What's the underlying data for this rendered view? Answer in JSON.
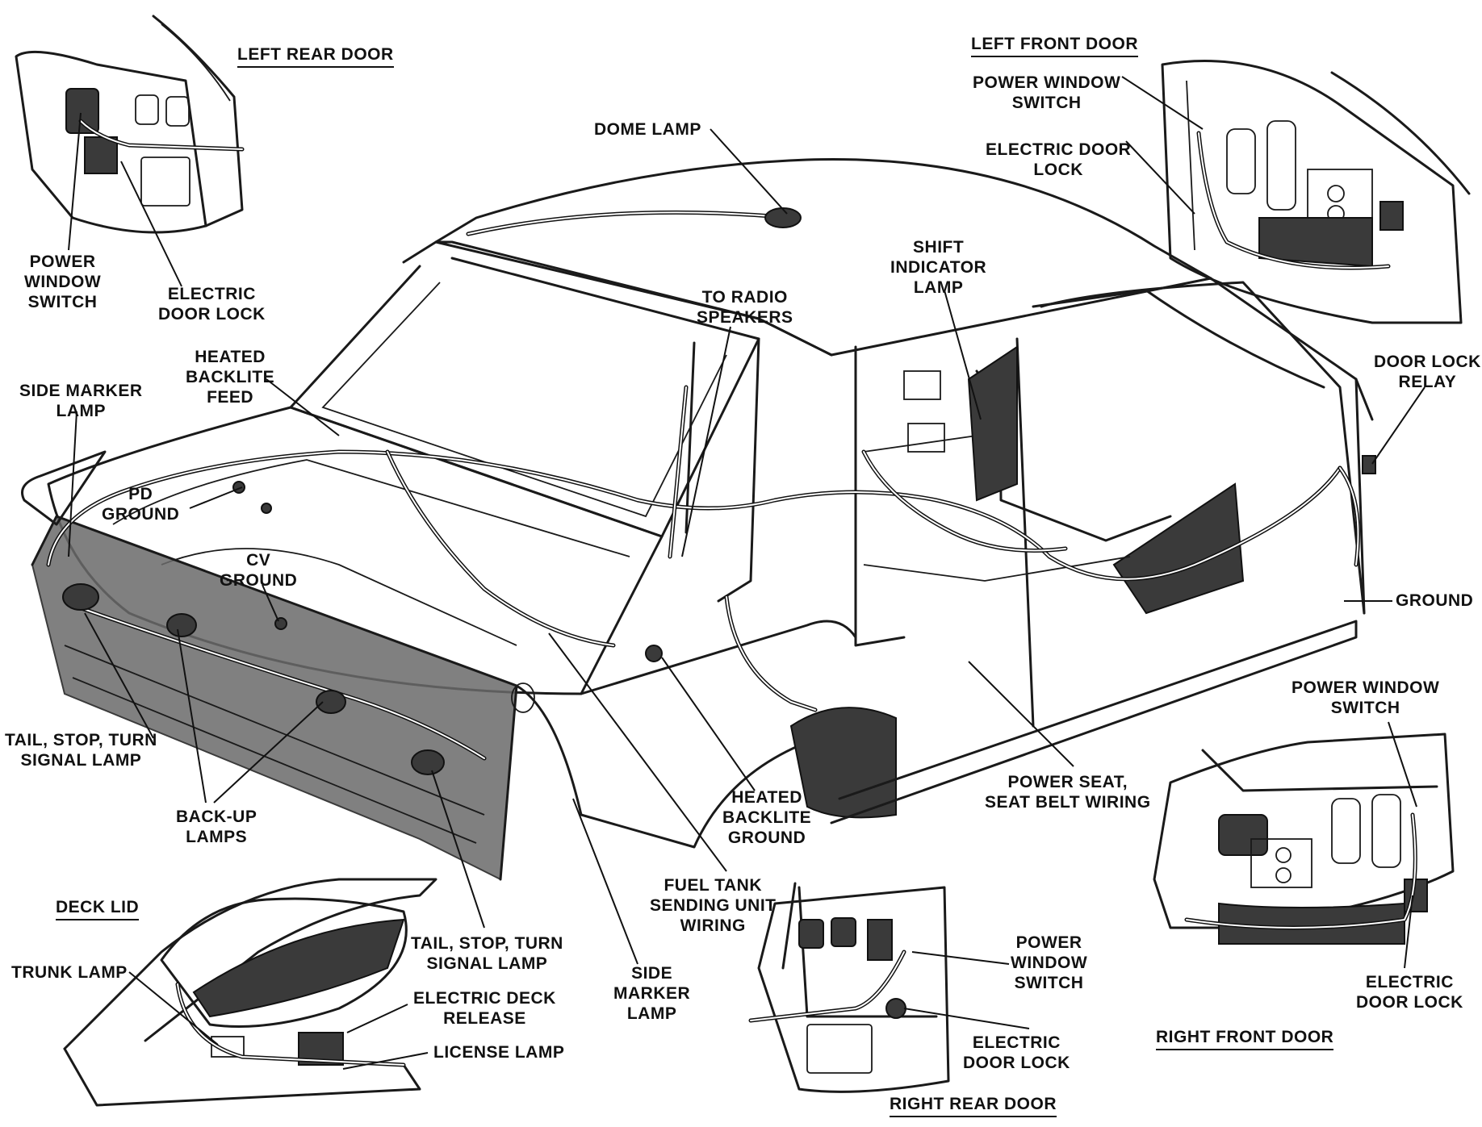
{
  "colors": {
    "ink": "#111111",
    "paper": "#ffffff",
    "shading": "#6b6b6b"
  },
  "headings": {
    "left_rear_door": "LEFT REAR DOOR",
    "left_front_door": "LEFT FRONT DOOR",
    "deck_lid": "DECK LID",
    "right_rear_door": "RIGHT REAR DOOR",
    "right_front_door": "RIGHT FRONT DOOR"
  },
  "labels": {
    "lrd_power_window_switch": "POWER\nWINDOW\nSWITCH",
    "lrd_electric_door_lock": "ELECTRIC\nDOOR LOCK",
    "lfd_power_window_switch": "POWER WINDOW\nSWITCH",
    "lfd_electric_door_lock": "ELECTRIC DOOR\nLOCK",
    "dome_lamp": "DOME LAMP",
    "shift_indicator_lamp": "SHIFT\nINDICATOR\nLAMP",
    "to_radio_speakers": "TO RADIO\nSPEAKERS",
    "heated_backlite_feed": "HEATED\nBACKLITE\nFEED",
    "side_marker_lamp_left": "SIDE MARKER\nLAMP",
    "pd_ground": "PD\nGROUND",
    "cv_ground": "CV\nGROUND",
    "door_lock_relay": "DOOR LOCK\nRELAY",
    "ground": "GROUND",
    "tail_stop_turn_left": "TAIL, STOP, TURN\nSIGNAL LAMP",
    "back_up_lamps": "BACK-UP\nLAMPS",
    "heated_backlite_ground": "HEATED\nBACKLITE\nGROUND",
    "power_seat_wiring": "POWER SEAT,\nSEAT BELT WIRING",
    "fuel_tank_wiring": "FUEL TANK\nSENDING UNIT\nWIRING",
    "rfd_power_window_switch": "POWER WINDOW\nSWITCH",
    "rfd_electric_door_lock": "ELECTRIC\nDOOR LOCK",
    "trunk_lamp": "TRUNK LAMP",
    "electric_deck_release": "ELECTRIC DECK\nRELEASE",
    "license_lamp": "LICENSE LAMP",
    "tail_stop_turn_right": "TAIL, STOP, TURN\nSIGNAL LAMP",
    "side_marker_lamp_right": "SIDE\nMARKER\nLAMP",
    "rrd_power_window_switch": "POWER\nWINDOW\nSWITCH",
    "rrd_electric_door_lock": "ELECTRIC\nDOOR LOCK"
  }
}
